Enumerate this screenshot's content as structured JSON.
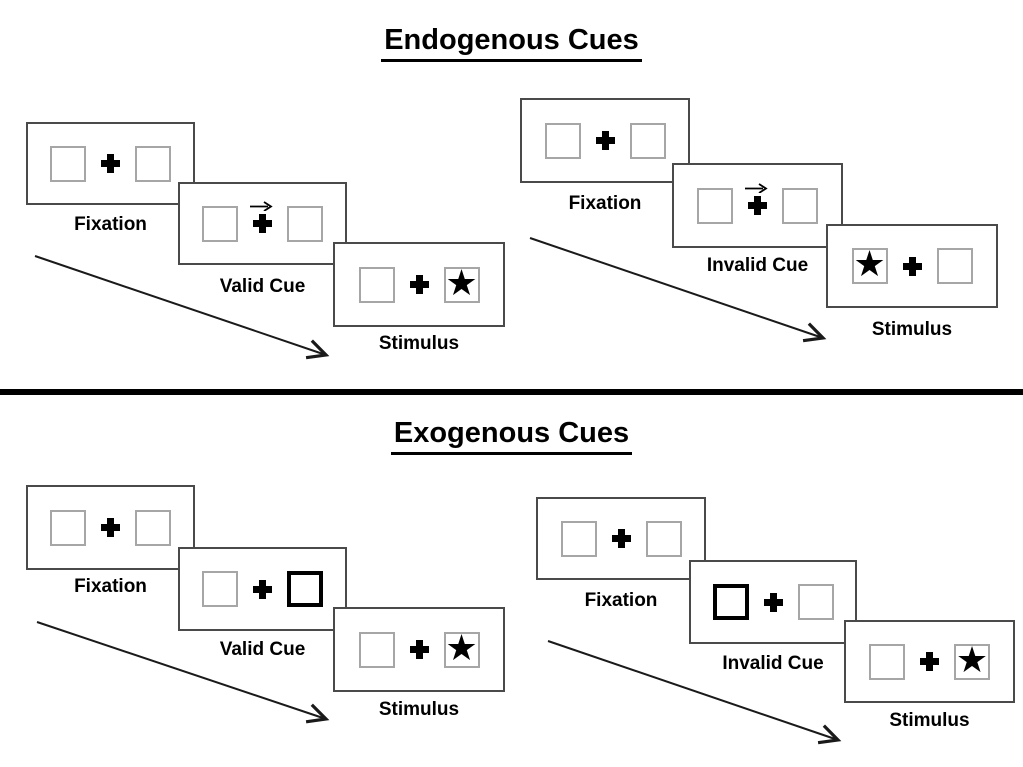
{
  "page": {
    "background": "#ffffff",
    "divider_color": "#000000",
    "text_color": "#000000",
    "box_border_color": "#a6a6a6",
    "cue_highlight_color": "#000000"
  },
  "icons": {
    "star": "★"
  },
  "sections": [
    {
      "title": "Endogenous Cues",
      "trials": [
        {
          "name": "valid",
          "panels": [
            {
              "label": "Fixation",
              "left_box": "empty",
              "right_box": "empty",
              "cue_arrow": false
            },
            {
              "label": "Valid Cue",
              "left_box": "empty",
              "right_box": "empty",
              "cue_arrow": true,
              "cue_arrow_direction": "right"
            },
            {
              "label": "Stimulus",
              "left_box": "empty",
              "right_box": "star",
              "cue_arrow": false
            }
          ]
        },
        {
          "name": "invalid",
          "panels": [
            {
              "label": "Fixation",
              "left_box": "empty",
              "right_box": "empty",
              "cue_arrow": false
            },
            {
              "label": "Invalid Cue",
              "left_box": "empty",
              "right_box": "empty",
              "cue_arrow": true,
              "cue_arrow_direction": "right"
            },
            {
              "label": "Stimulus",
              "left_box": "star",
              "right_box": "empty",
              "cue_arrow": false
            }
          ]
        }
      ]
    },
    {
      "title": "Exogenous Cues",
      "trials": [
        {
          "name": "valid",
          "panels": [
            {
              "label": "Fixation",
              "left_box": "empty",
              "right_box": "empty",
              "highlighted_box": "none"
            },
            {
              "label": "Valid Cue",
              "left_box": "empty",
              "right_box": "empty",
              "highlighted_box": "right"
            },
            {
              "label": "Stimulus",
              "left_box": "empty",
              "right_box": "star",
              "highlighted_box": "none"
            }
          ]
        },
        {
          "name": "invalid",
          "panels": [
            {
              "label": "Fixation",
              "left_box": "empty",
              "right_box": "empty",
              "highlighted_box": "none"
            },
            {
              "label": "Invalid Cue",
              "left_box": "empty",
              "right_box": "empty",
              "highlighted_box": "left"
            },
            {
              "label": "Stimulus",
              "left_box": "empty",
              "right_box": "star",
              "highlighted_box": "none"
            }
          ]
        }
      ]
    }
  ]
}
